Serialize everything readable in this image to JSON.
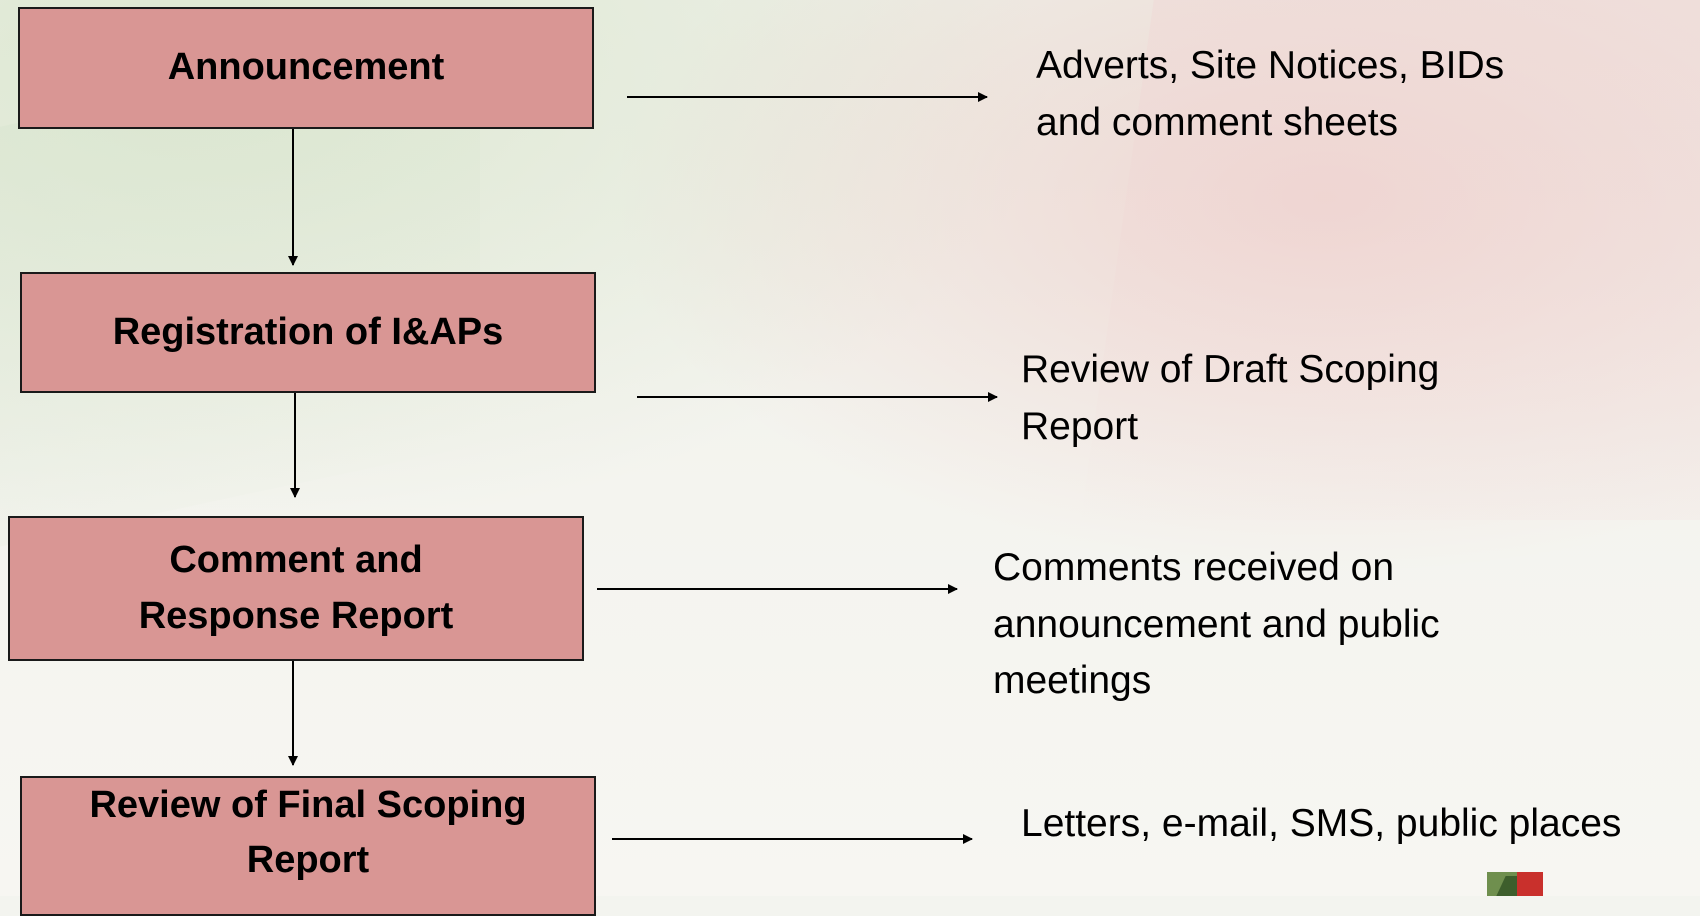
{
  "flow": {
    "steps": [
      {
        "label": "Announcement"
      },
      {
        "label": "Registration of I&APs"
      },
      {
        "label": "Comment and Response Report"
      },
      {
        "label": "Review of Final Scoping Report"
      }
    ],
    "notes": [
      {
        "text": "Adverts, Site Notices, BIDs and comment sheets"
      },
      {
        "text": "Review of Draft Scoping Report"
      },
      {
        "text": "Comments received on announcement and public meetings"
      },
      {
        "text": "Letters, e-mail, SMS, public places"
      }
    ]
  },
  "colors": {
    "box_fill": "#d99694",
    "border": "#1a1a1a",
    "text": "#000000"
  }
}
